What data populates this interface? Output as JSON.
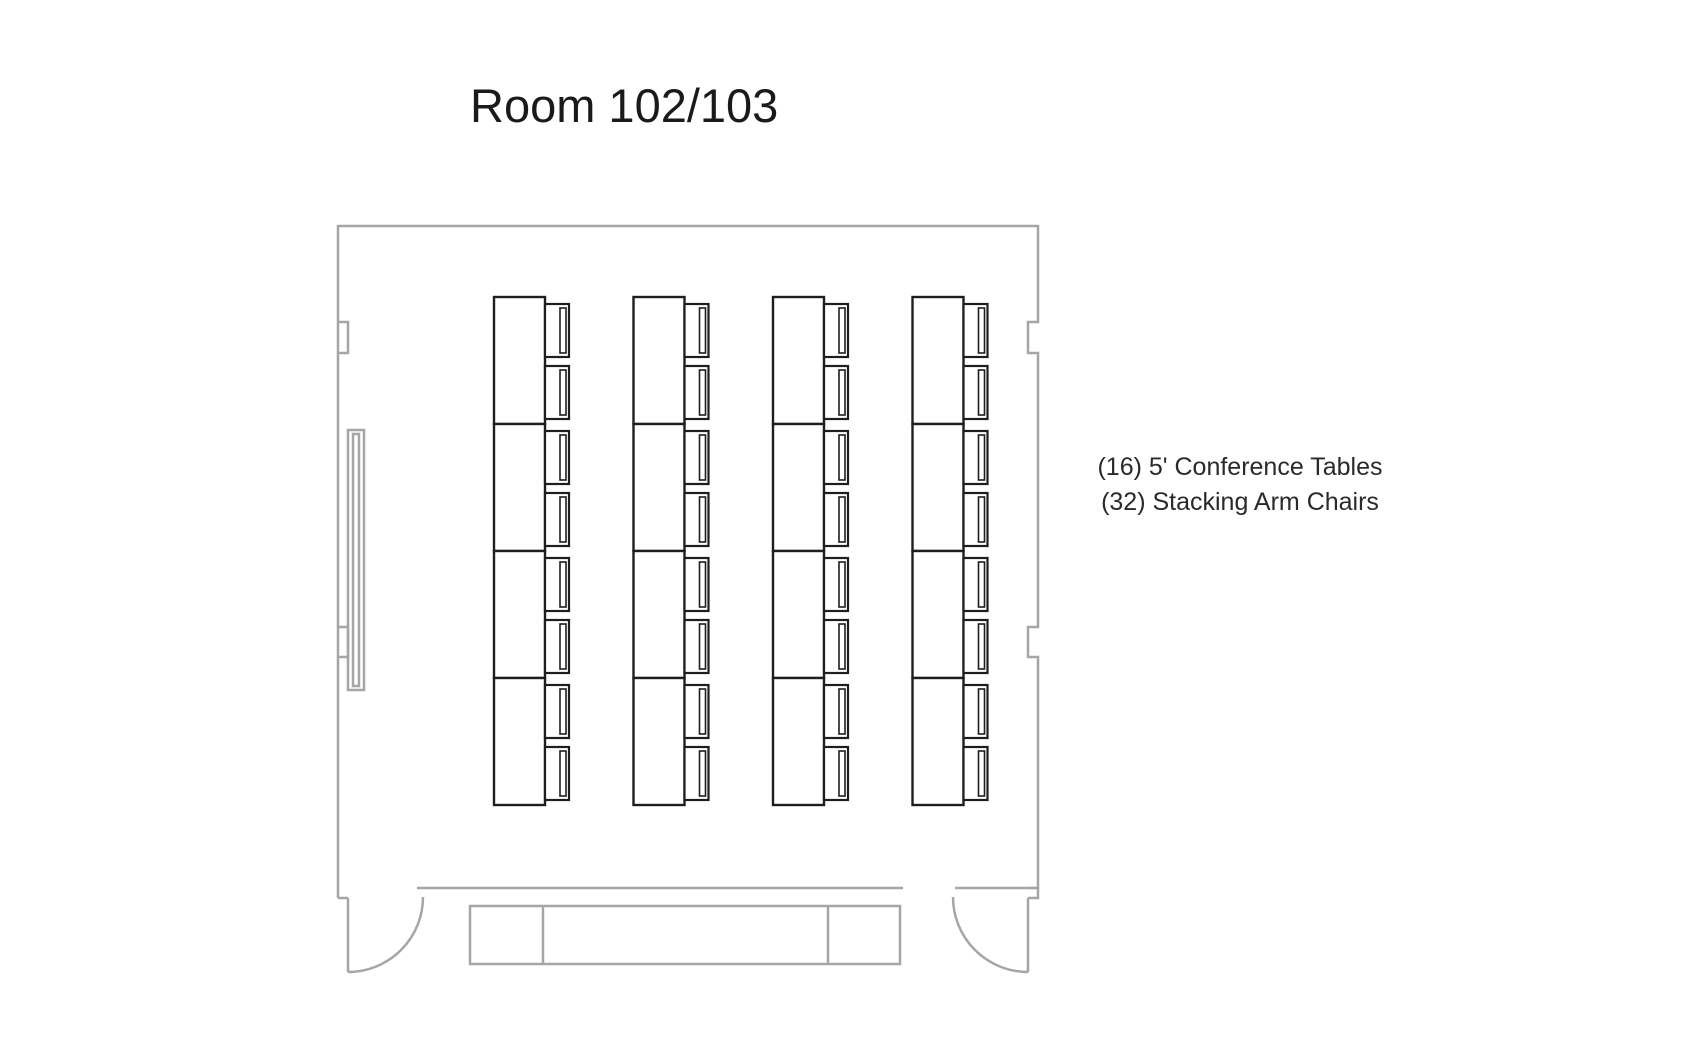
{
  "title": "Room 102/103",
  "legend": {
    "tables": "(16) 5' Conference Tables",
    "chairs": "(32) Stacking Arm Chairs"
  },
  "layout": {
    "rows": 4,
    "tables_per_row": 4,
    "chairs_per_table": 2
  },
  "colors": {
    "wall": "#a6a6a6",
    "furniture": "#1e1e1e"
  }
}
